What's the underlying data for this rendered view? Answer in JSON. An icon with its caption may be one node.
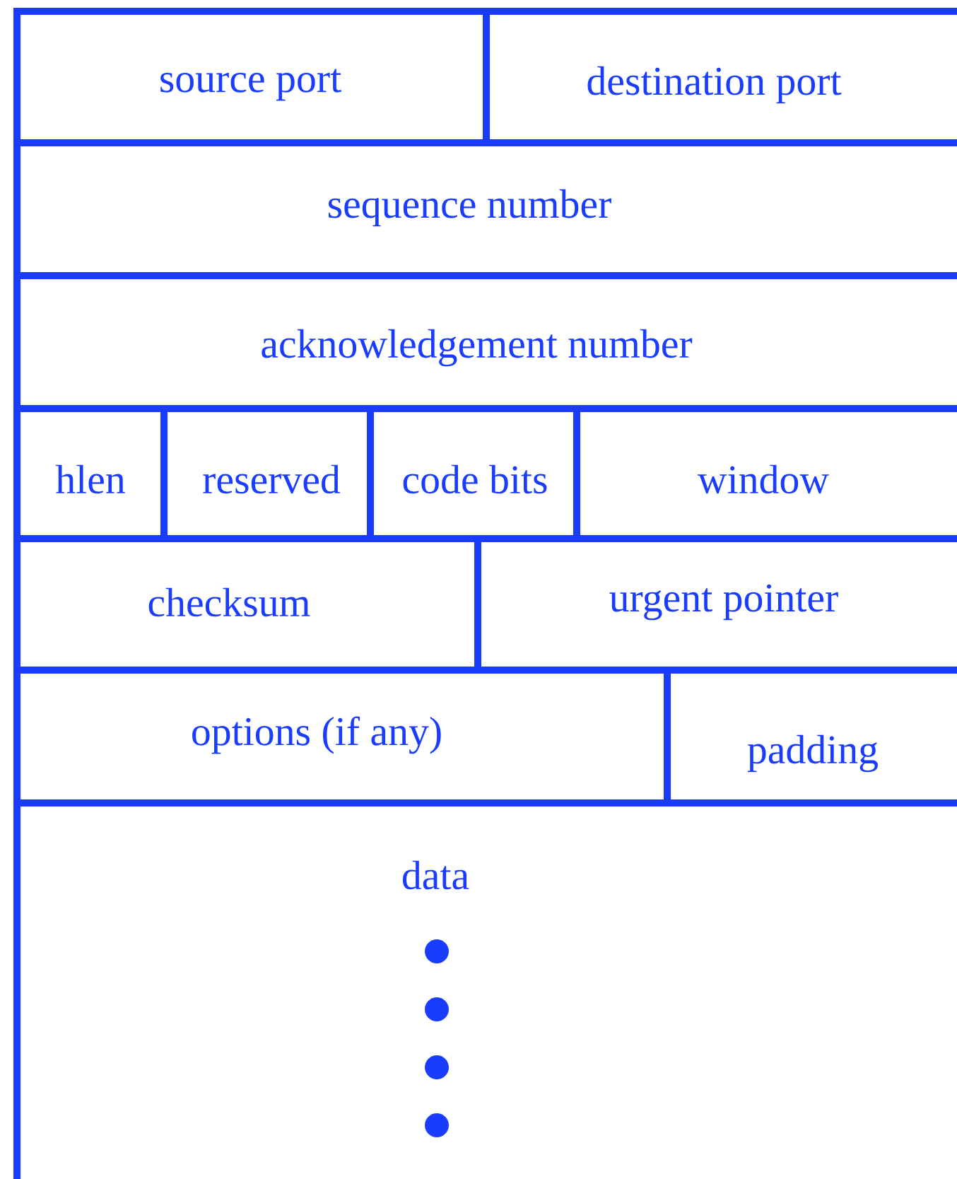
{
  "diagram": {
    "nodes": [
      {
        "text": [
          "source port"
        ]
      },
      {
        "text": [
          "destination port"
        ]
      },
      {
        "text": [
          "sequence number"
        ]
      },
      {
        "text": [
          "acknowledgement number"
        ]
      },
      {
        "text": [
          "hlen"
        ]
      },
      {
        "text": [
          "reserved"
        ]
      },
      {
        "text": [
          "code bits"
        ]
      },
      {
        "text": [
          "window"
        ]
      },
      {
        "text": [
          "checksum"
        ]
      },
      {
        "text": [
          "urgent pointer"
        ]
      },
      {
        "text": [
          "options (if any)"
        ]
      },
      {
        "text": [
          "padding"
        ]
      },
      {
        "text": [
          "data"
        ]
      }
    ]
  }
}
